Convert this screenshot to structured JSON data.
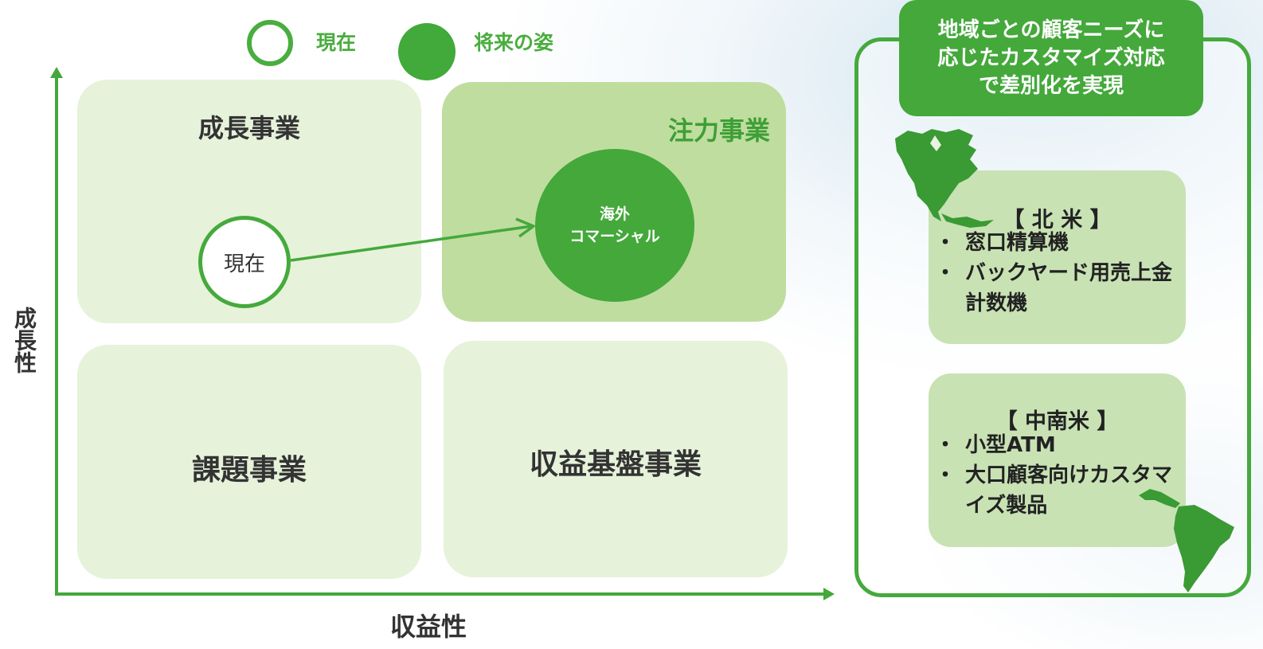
{
  "legend": {
    "current_label": "現在",
    "future_label": "将来の姿"
  },
  "matrix": {
    "quadrants": {
      "top_left": "成長事業",
      "top_right": "注力事業",
      "bottom_left": "課題事業",
      "bottom_right": "収益基盤事業"
    },
    "y_axis_label": "成長性",
    "x_axis_label": "収益性",
    "current_circle_label": "現在",
    "future_circle_lines": [
      "海外",
      "コマーシャル"
    ]
  },
  "panel": {
    "callout_lines": [
      "地域ごとの顧客ニーズに",
      "応じたカスタマイズ対応",
      "で差別化を実現"
    ],
    "regions": [
      {
        "title": "【 北 米 】",
        "items": [
          "窓口精算機",
          "バックヤード用売上金計数機"
        ]
      },
      {
        "title": "【 中南米 】",
        "items": [
          "小型ATM",
          "大口顧客向けカスタマイズ製品"
        ]
      }
    ]
  },
  "colors": {
    "accent_green": "#44a83b",
    "quadrant_light": "#e6f2da",
    "quadrant_focus": "#bfdd9f",
    "region_box": "#c8e2b4"
  }
}
